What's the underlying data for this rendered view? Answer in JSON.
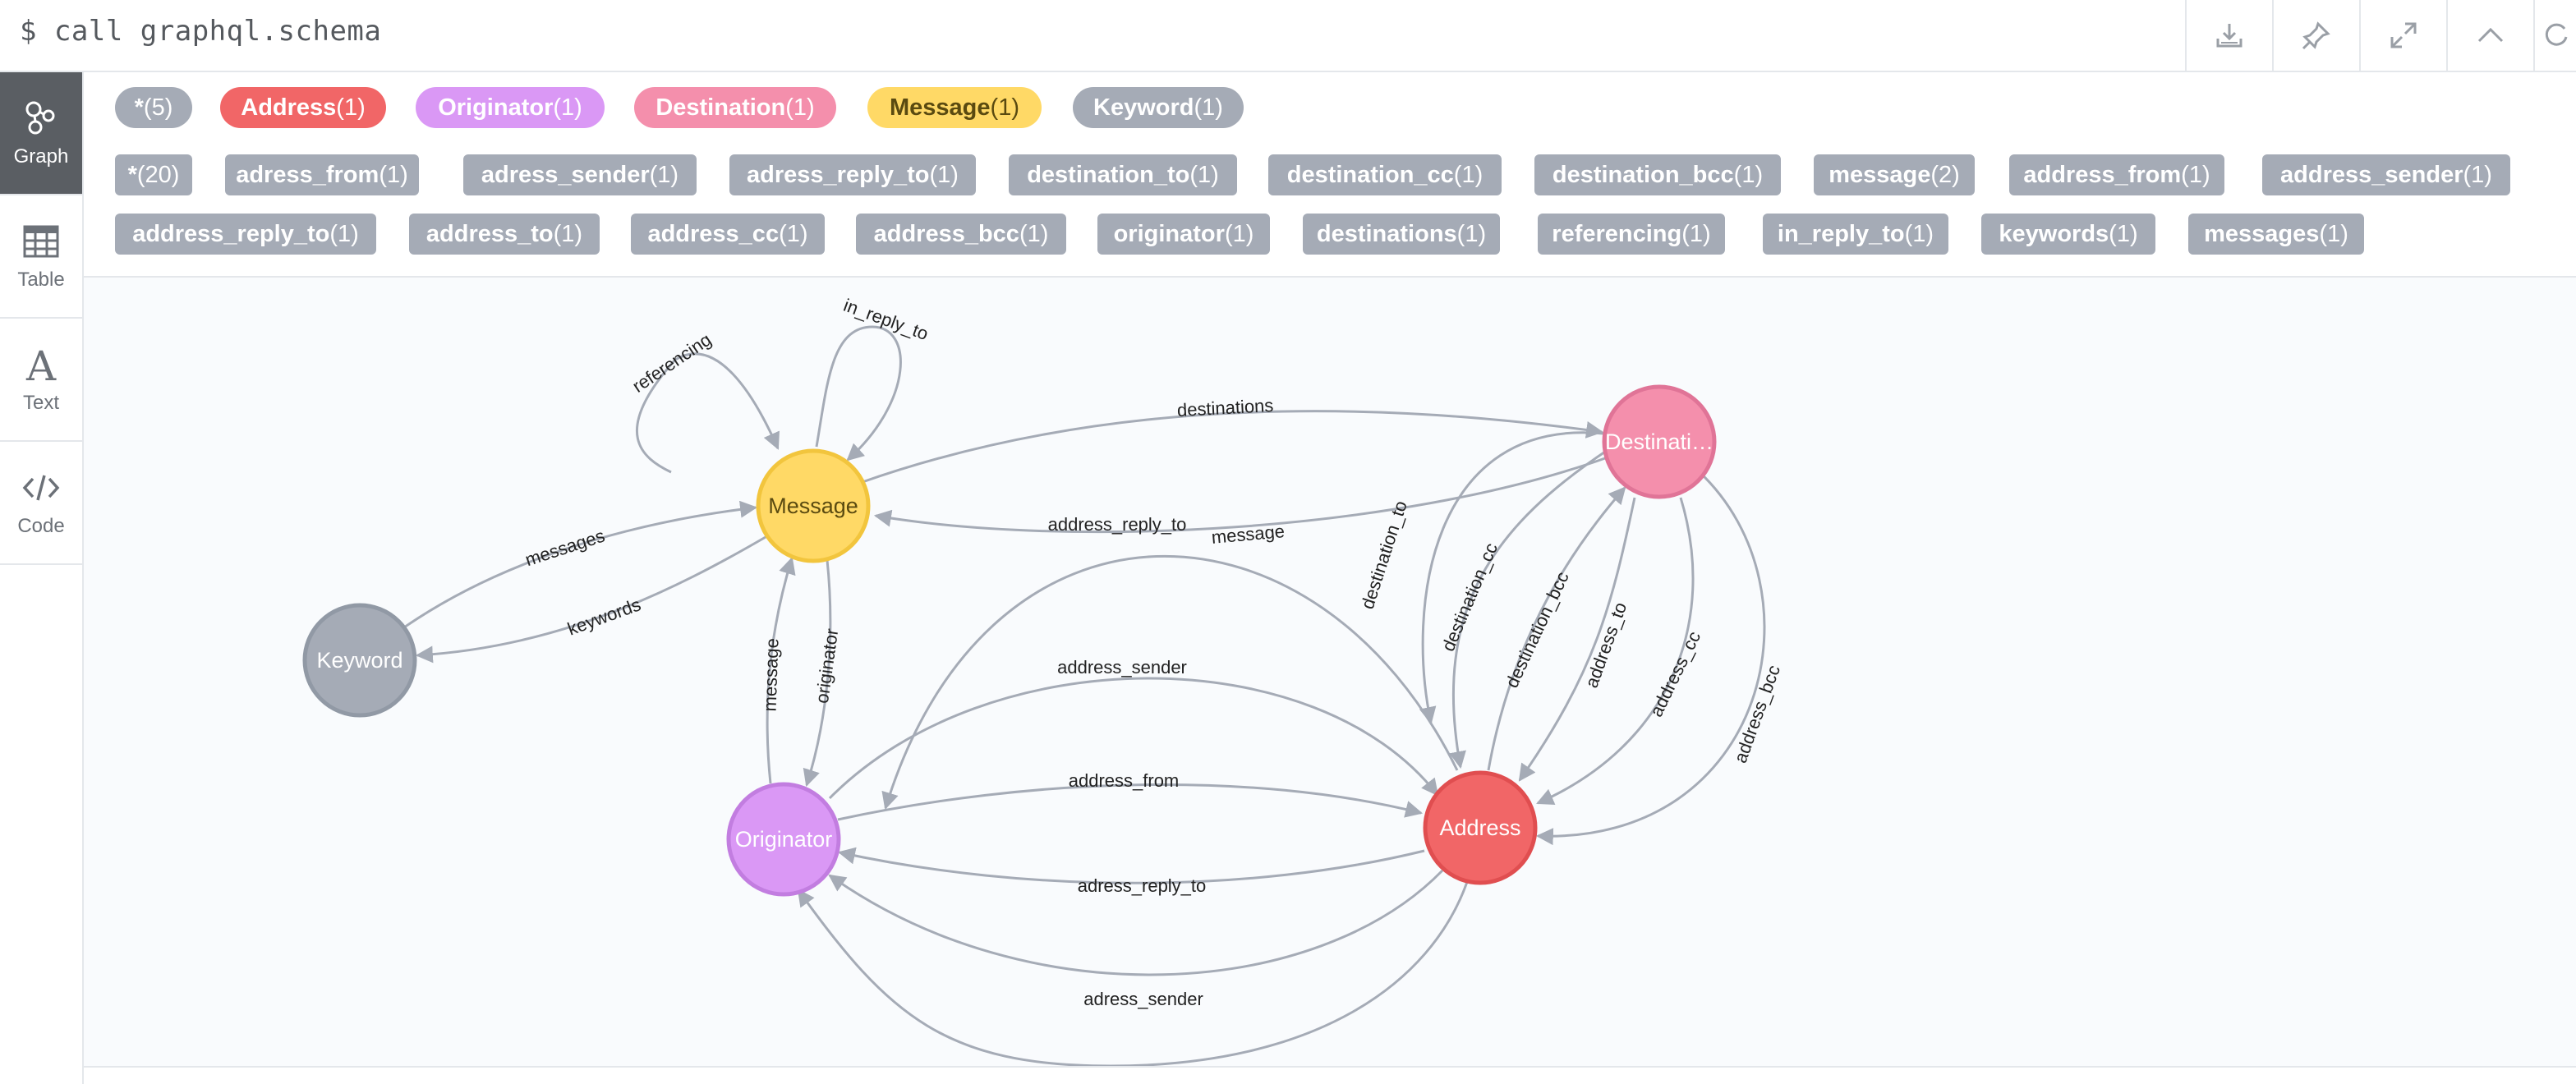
{
  "command": "$ call graphql.schema",
  "toolbar": [
    {
      "icon": "download-icon"
    },
    {
      "icon": "pin-icon"
    },
    {
      "icon": "expand-icon"
    },
    {
      "icon": "collapse-icon"
    }
  ],
  "sidebar": [
    {
      "label": "Graph",
      "icon": "graph-icon",
      "active": true
    },
    {
      "label": "Table",
      "icon": "table-icon",
      "active": false
    },
    {
      "label": "Text",
      "icon": "text-icon",
      "active": false
    },
    {
      "label": "Code",
      "icon": "code-icon",
      "active": false
    }
  ],
  "node_labels": [
    {
      "name": "*",
      "count": "(5)",
      "color": "#a5abb6",
      "text": "#ffffff"
    },
    {
      "name": "Address",
      "count": "(1)",
      "color": "#f16667",
      "text": "#ffffff"
    },
    {
      "name": "Originator",
      "count": "(1)",
      "color": "#da98f5",
      "text": "#ffffff"
    },
    {
      "name": "Destination",
      "count": "(1)",
      "color": "#f48fac",
      "text": "#ffffff"
    },
    {
      "name": "Message",
      "count": "(1)",
      "color": "#ffd966",
      "text": "#5a4a10"
    },
    {
      "name": "Keyword",
      "count": "(1)",
      "color": "#a5abb6",
      "text": "#ffffff"
    }
  ],
  "relationship_types_row1": [
    {
      "name": "*",
      "count": "(20)"
    },
    {
      "name": "adress_from",
      "count": "(1)"
    },
    {
      "name": "adress_sender",
      "count": "(1)"
    },
    {
      "name": "adress_reply_to",
      "count": "(1)"
    },
    {
      "name": "destination_to",
      "count": "(1)"
    },
    {
      "name": "destination_cc",
      "count": "(1)"
    },
    {
      "name": "destination_bcc",
      "count": "(1)"
    },
    {
      "name": "message",
      "count": "(2)"
    },
    {
      "name": "address_from",
      "count": "(1)"
    },
    {
      "name": "address_sender",
      "count": "(1)"
    }
  ],
  "relationship_types_row2": [
    {
      "name": "address_reply_to",
      "count": "(1)"
    },
    {
      "name": "address_to",
      "count": "(1)"
    },
    {
      "name": "address_cc",
      "count": "(1)"
    },
    {
      "name": "address_bcc",
      "count": "(1)"
    },
    {
      "name": "originator",
      "count": "(1)"
    },
    {
      "name": "destinations",
      "count": "(1)"
    },
    {
      "name": "referencing",
      "count": "(1)"
    },
    {
      "name": "in_reply_to",
      "count": "(1)"
    },
    {
      "name": "keywords",
      "count": "(1)"
    },
    {
      "name": "messages",
      "count": "(1)"
    }
  ],
  "graph": {
    "nodes": [
      {
        "id": "message",
        "label": "Message",
        "fill": "#ffd966",
        "stroke": "#f2c53d",
        "text": "#5a4a10"
      },
      {
        "id": "keyword",
        "label": "Keyword",
        "fill": "#a5abb6",
        "stroke": "#9199a5",
        "text": "#ffffff"
      },
      {
        "id": "originator",
        "label": "Originator",
        "fill": "#da98f5",
        "stroke": "#c27de0",
        "text": "#ffffff"
      },
      {
        "id": "address",
        "label": "Address",
        "fill": "#f16667",
        "stroke": "#e04e50",
        "text": "#ffffff"
      },
      {
        "id": "destination",
        "label": "Destinati…",
        "fill": "#f48fac",
        "stroke": "#e07497",
        "text": "#ffffff"
      }
    ],
    "edges": [
      {
        "label": "referencing"
      },
      {
        "label": "in_reply_to"
      },
      {
        "label": "destinations"
      },
      {
        "label": "messages"
      },
      {
        "label": "keywords"
      },
      {
        "label": "address_reply_to"
      },
      {
        "label": "message"
      },
      {
        "label": "message"
      },
      {
        "label": "originator"
      },
      {
        "label": "address_sender"
      },
      {
        "label": "address_from"
      },
      {
        "label": "adress_reply_to"
      },
      {
        "label": "adress_sender"
      },
      {
        "label": "destination_to"
      },
      {
        "label": "destination_cc"
      },
      {
        "label": "destination_bcc"
      },
      {
        "label": "address_to"
      },
      {
        "label": "address_cc"
      },
      {
        "label": "address_bcc"
      }
    ]
  }
}
